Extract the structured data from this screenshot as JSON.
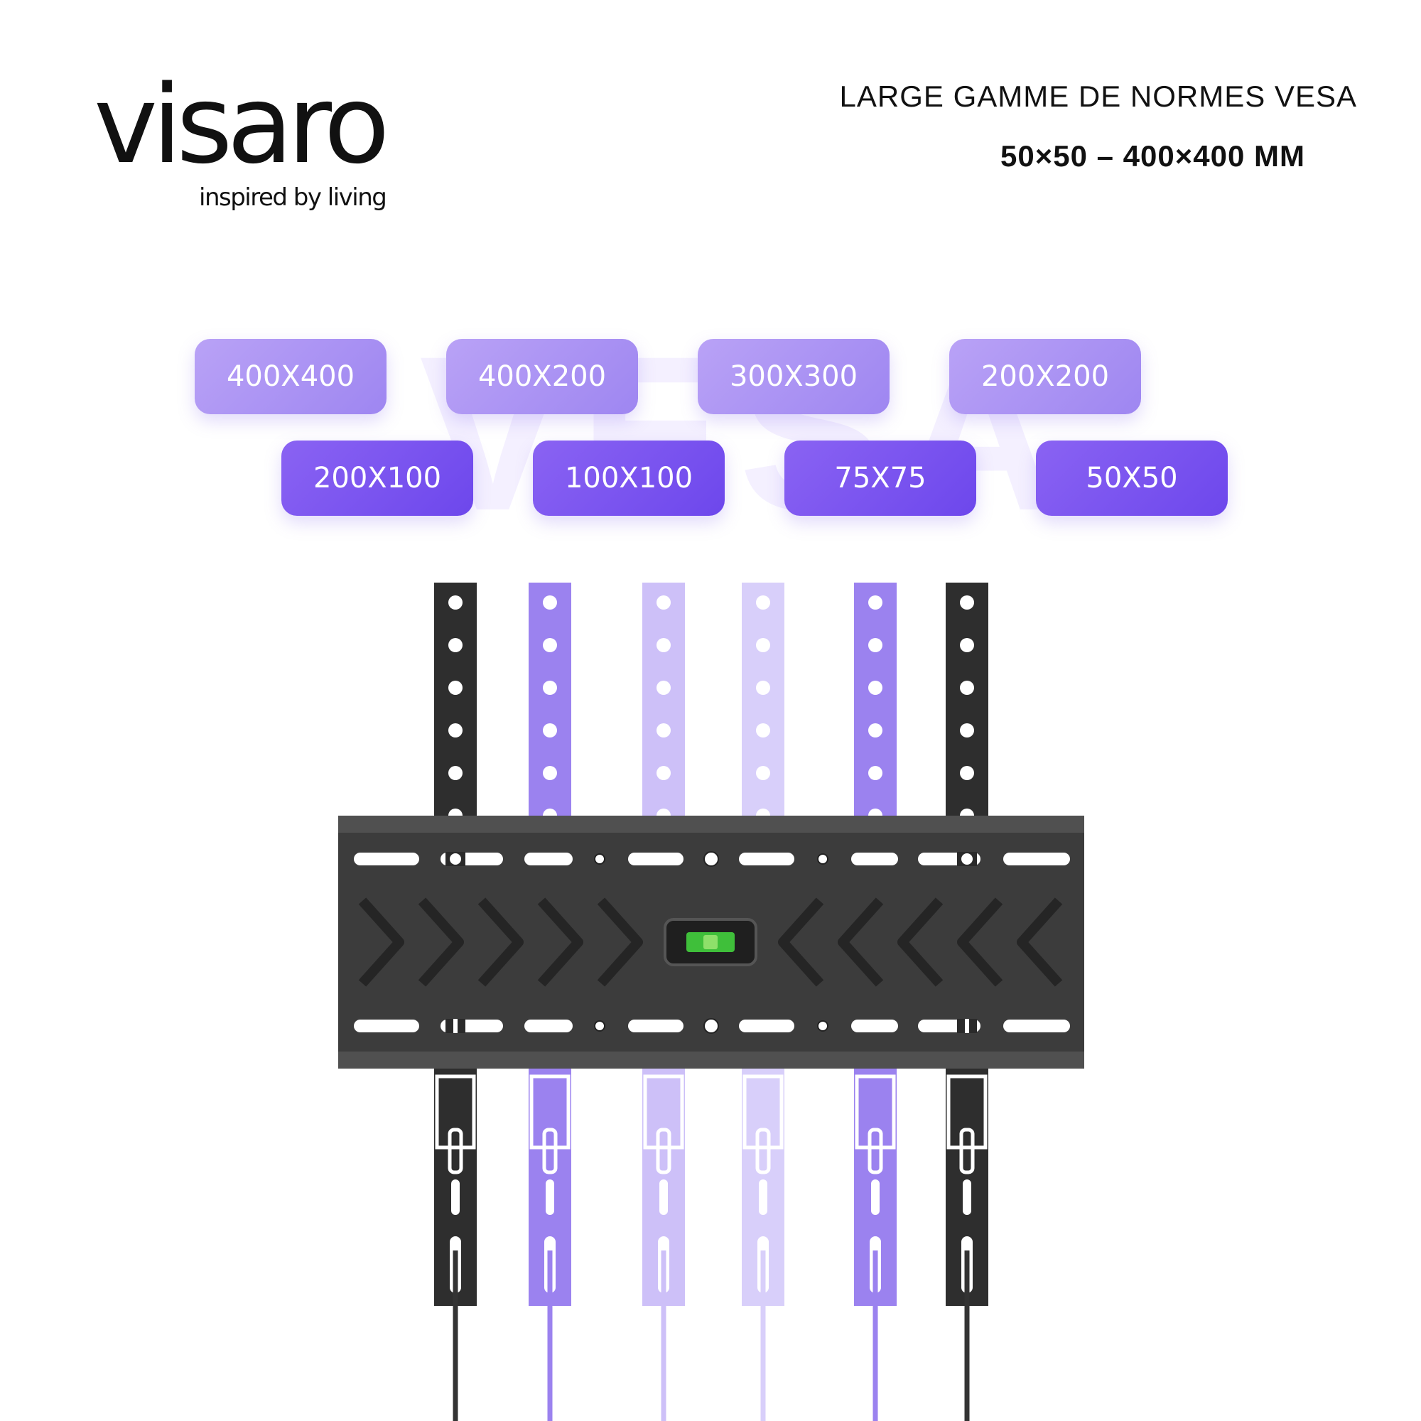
{
  "brand": {
    "name": "visaro",
    "tagline": "inspired by living"
  },
  "headline": "LARGE GAMME DE NORMES VESA",
  "subline": "50×50 – 400×400 MM",
  "watermark": "VESA",
  "vesa_sizes_row1": [
    "400X400",
    "400X200",
    "300X300",
    "200X200"
  ],
  "vesa_sizes_row2": [
    "200X100",
    "100X100",
    "75X75",
    "50X50"
  ],
  "colors": {
    "pill_light": "#b39cf5",
    "pill_dark": "#7a55ef",
    "plate": "#3c3c3c",
    "arm_dark": "#2e2e2e",
    "arm_purple": "#9b82ef",
    "arm_light_purple": "#cdc0f8",
    "arm_pale_purple": "#d8cffa",
    "level_green": "#3fbf3a"
  },
  "illustration": "tv-wall-mount-bracket"
}
